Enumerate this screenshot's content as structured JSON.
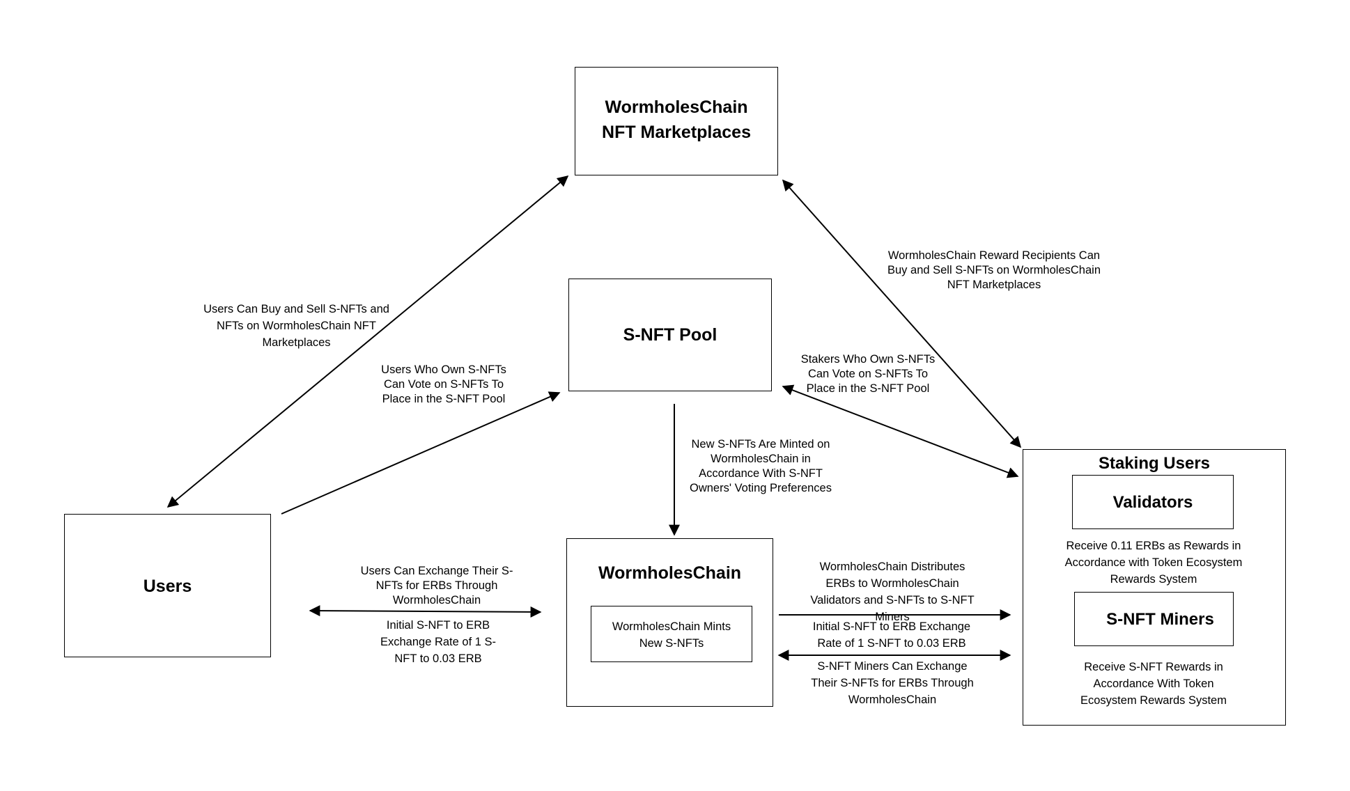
{
  "boxes": {
    "marketplaces": "WormholesChain\nNFT Marketplaces",
    "pool": "S-NFT Pool",
    "users": "Users",
    "chain": "WormholesChain",
    "chain_mints": "WormholesChain Mints New S-NFTs",
    "staking": "Staking Users",
    "validators": "Validators",
    "miners": "S-NFT Miners"
  },
  "labels": {
    "users_buy_sell": "Users Can Buy and Sell S-NFTs and NFTs on WormholesChain NFT Marketplaces",
    "users_vote": "Users Who Own S-NFTs Can Vote on S-NFTs To Place in the S-NFT Pool",
    "minted": "New S-NFTs Are Minted on WormholesChain in Accordance With S-NFT Owners' Voting Preferences",
    "reward_recipients": "WormholesChain Reward Recipients Can Buy and Sell S-NFTs on WormholesChain NFT Marketplaces",
    "stakers_vote": "Stakers Who Own S-NFTs Can Vote on S-NFTs To Place in the S-NFT Pool",
    "users_exchange": "Users Can Exchange Their S-NFTs for ERBs Through WormholesChain",
    "users_rate": "Initial S-NFT to ERB Exchange Rate of 1 S-NFT to  0.03  ERB",
    "distributes": "WormholesChain Distributes ERBs to WormholesChain Validators and S-NFTs to S-NFT Miners",
    "chain_rate": "Initial S-NFT to ERB Exchange Rate of 1 S-NFT to  0.03  ERB",
    "miners_exchange": "S-NFT Miners Can Exchange Their S-NFTs for ERBs Through WormholesChain",
    "validators_reward": "Receive 0.11 ERBs as Rewards in Accordance with Token Ecosystem Rewards System",
    "miners_reward": "Receive S-NFT Rewards in Accordance With Token Ecosystem Rewards System"
  }
}
